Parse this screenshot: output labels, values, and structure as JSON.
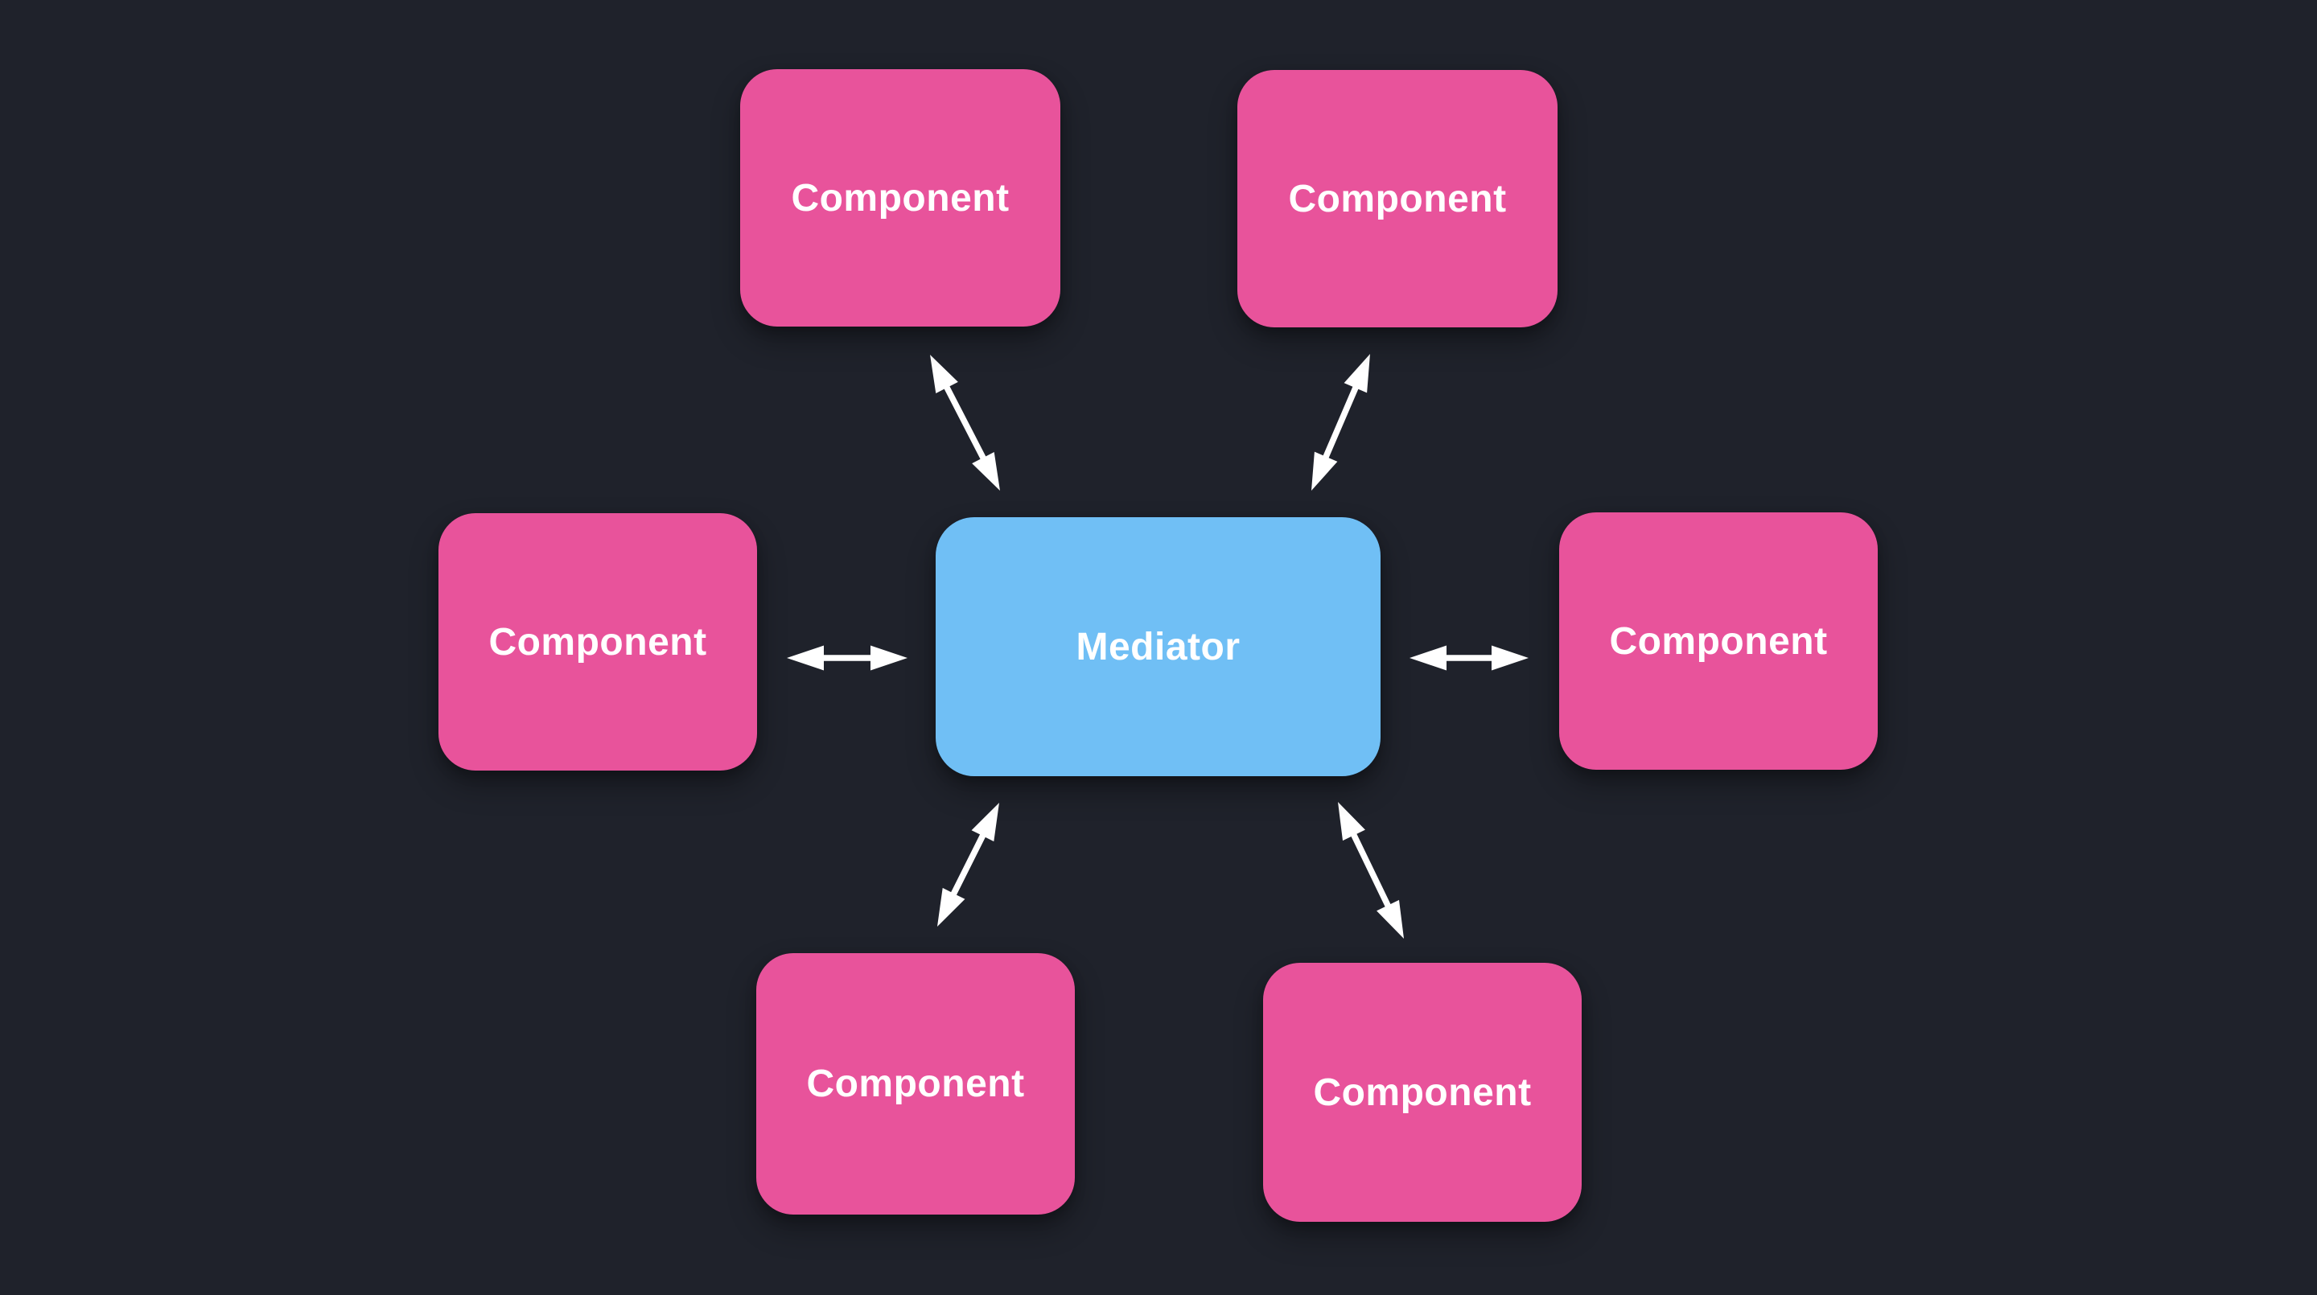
{
  "colors": {
    "background": "#1f222b",
    "component_fill": "#e8539b",
    "mediator_fill": "#70bff5",
    "arrow": "#ffffff",
    "text": "#ffffff"
  },
  "nodes": {
    "mediator": {
      "label": "Mediator",
      "fill": "#70bff5"
    },
    "components": [
      {
        "position": "top-left",
        "label": "Component"
      },
      {
        "position": "top-right",
        "label": "Component"
      },
      {
        "position": "middle-left",
        "label": "Component"
      },
      {
        "position": "middle-right",
        "label": "Component"
      },
      {
        "position": "bottom-left",
        "label": "Component"
      },
      {
        "position": "bottom-right",
        "label": "Component"
      }
    ]
  },
  "edges": [
    {
      "from": "component-top-left",
      "to": "mediator",
      "direction": "bidirectional"
    },
    {
      "from": "component-top-right",
      "to": "mediator",
      "direction": "bidirectional"
    },
    {
      "from": "component-middle-left",
      "to": "mediator",
      "direction": "bidirectional"
    },
    {
      "from": "component-middle-right",
      "to": "mediator",
      "direction": "bidirectional"
    },
    {
      "from": "component-bottom-left",
      "to": "mediator",
      "direction": "bidirectional"
    },
    {
      "from": "component-bottom-right",
      "to": "mediator",
      "direction": "bidirectional"
    }
  ]
}
